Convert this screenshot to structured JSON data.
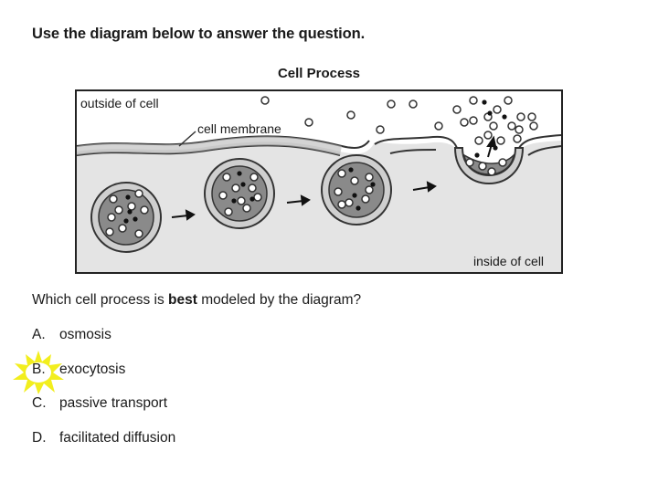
{
  "instruction": "Use the diagram below to answer the question.",
  "diagram": {
    "title": "Cell Process",
    "labels": {
      "outside": "outside of cell",
      "membrane": "cell membrane",
      "inside": "inside of cell"
    }
  },
  "question": {
    "prefix": "Which cell process is ",
    "emphasis": "best",
    "suffix": " modeled by the diagram?"
  },
  "choices": [
    {
      "letter": "A.",
      "text": "osmosis"
    },
    {
      "letter": "B.",
      "text": "exocytosis",
      "highlighted": true
    },
    {
      "letter": "C.",
      "text": "passive transport"
    },
    {
      "letter": "D.",
      "text": "facilitated diffusion"
    }
  ],
  "colors": {
    "highlight": "#f2ee1e",
    "cytoplasm": "#e4e4e4",
    "vesicle": "#8a8a8a"
  }
}
